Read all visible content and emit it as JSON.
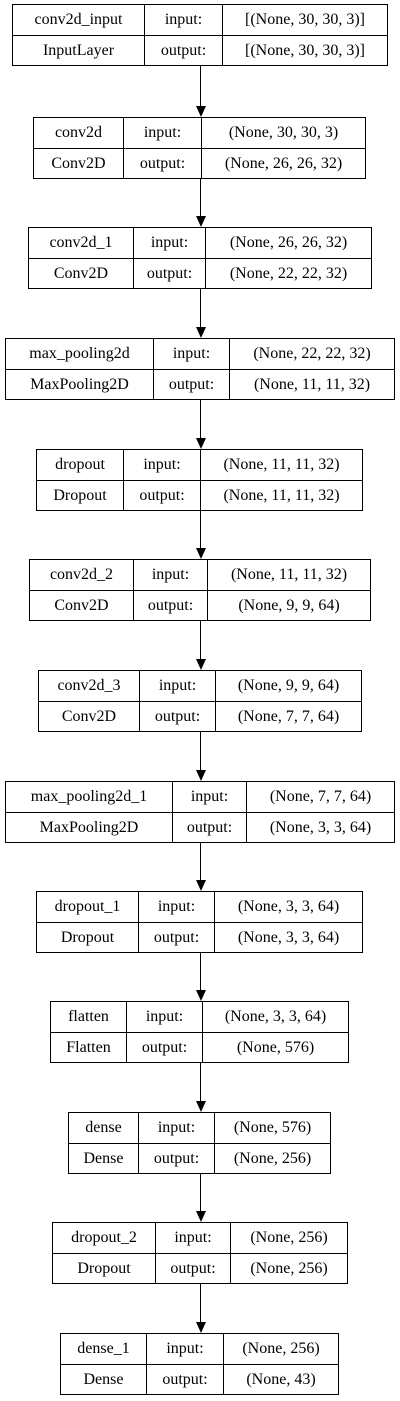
{
  "labels": {
    "input": "input:",
    "output": "output:"
  },
  "layers": [
    {
      "name": "conv2d_input",
      "type": "InputLayer",
      "input_shape": "[(None, 30, 30, 3)]",
      "output_shape": "[(None, 30, 30, 3)]"
    },
    {
      "name": "conv2d",
      "type": "Conv2D",
      "input_shape": "(None, 30, 30, 3)",
      "output_shape": "(None, 26, 26, 32)"
    },
    {
      "name": "conv2d_1",
      "type": "Conv2D",
      "input_shape": "(None, 26, 26, 32)",
      "output_shape": "(None, 22, 22, 32)"
    },
    {
      "name": "max_pooling2d",
      "type": "MaxPooling2D",
      "input_shape": "(None, 22, 22, 32)",
      "output_shape": "(None, 11, 11, 32)"
    },
    {
      "name": "dropout",
      "type": "Dropout",
      "input_shape": "(None, 11, 11, 32)",
      "output_shape": "(None, 11, 11, 32)"
    },
    {
      "name": "conv2d_2",
      "type": "Conv2D",
      "input_shape": "(None, 11, 11, 32)",
      "output_shape": "(None, 9, 9, 64)"
    },
    {
      "name": "conv2d_3",
      "type": "Conv2D",
      "input_shape": "(None, 9, 9, 64)",
      "output_shape": "(None, 7, 7, 64)"
    },
    {
      "name": "max_pooling2d_1",
      "type": "MaxPooling2D",
      "input_shape": "(None, 7, 7, 64)",
      "output_shape": "(None, 3, 3, 64)"
    },
    {
      "name": "dropout_1",
      "type": "Dropout",
      "input_shape": "(None, 3, 3, 64)",
      "output_shape": "(None, 3, 3, 64)"
    },
    {
      "name": "flatten",
      "type": "Flatten",
      "input_shape": "(None, 3, 3, 64)",
      "output_shape": "(None, 576)"
    },
    {
      "name": "dense",
      "type": "Dense",
      "input_shape": "(None, 576)",
      "output_shape": "(None, 256)"
    },
    {
      "name": "dropout_2",
      "type": "Dropout",
      "input_shape": "(None, 256)",
      "output_shape": "(None, 256)"
    },
    {
      "name": "dense_1",
      "type": "Dense",
      "input_shape": "(None, 256)",
      "output_shape": "(None, 43)"
    }
  ]
}
